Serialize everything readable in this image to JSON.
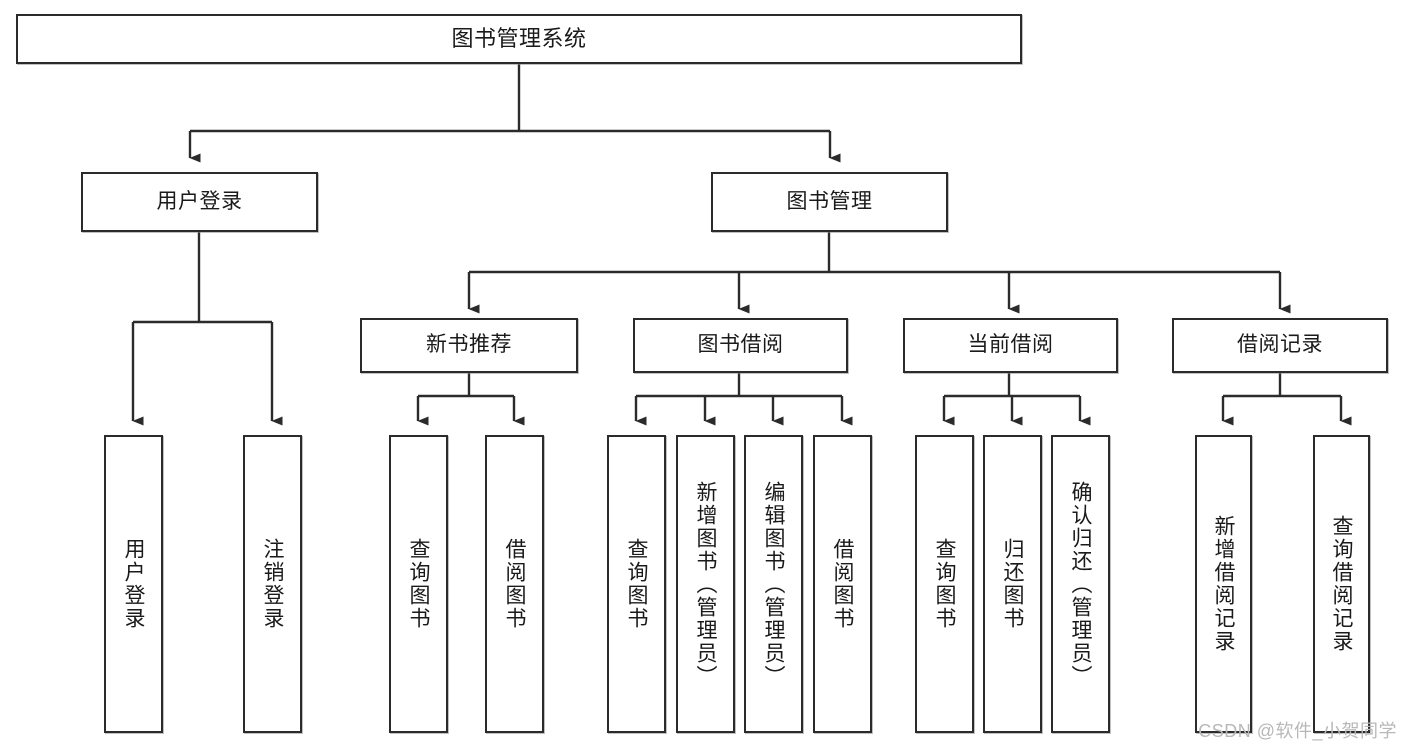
{
  "diagram": {
    "title": "图书管理系统",
    "watermark": "CSDN @软件_小贺同学",
    "line_color": "#2b2b2b",
    "box_fill": "#ffffff",
    "text_color": "#1a1a1a",
    "nodes": {
      "root": {
        "label": "图书管理系统"
      },
      "level2": [
        {
          "id": "user-login",
          "label": "用户登录"
        },
        {
          "id": "book-management",
          "label": "图书管理"
        }
      ],
      "level3": [
        {
          "id": "new-book-recommend",
          "label": "新书推荐"
        },
        {
          "id": "book-borrow",
          "label": "图书借阅"
        },
        {
          "id": "current-borrow",
          "label": "当前借阅"
        },
        {
          "id": "borrow-record",
          "label": "借阅记录"
        }
      ],
      "leaves": {
        "user-login": [
          {
            "id": "leaf-user-login",
            "label": "用户登录"
          },
          {
            "id": "leaf-user-logout",
            "label": "注销登录"
          }
        ],
        "new-book-recommend": [
          {
            "id": "leaf-query-book-1",
            "label": "查询图书"
          },
          {
            "id": "leaf-borrow-book-1",
            "label": "借阅图书"
          }
        ],
        "book-borrow": [
          {
            "id": "leaf-query-book-2",
            "label": "查询图书"
          },
          {
            "id": "leaf-add-book-admin",
            "label": "新增图书（管理员）"
          },
          {
            "id": "leaf-edit-book-admin",
            "label": "编辑图书（管理员）"
          },
          {
            "id": "leaf-borrow-book-2",
            "label": "借阅图书"
          }
        ],
        "current-borrow": [
          {
            "id": "leaf-query-book-3",
            "label": "查询图书"
          },
          {
            "id": "leaf-return-book",
            "label": "归还图书"
          },
          {
            "id": "leaf-confirm-return-admin",
            "label": "确认归还（管理员）"
          }
        ],
        "borrow-record": [
          {
            "id": "leaf-add-borrow-record",
            "label": "新增借阅记录"
          },
          {
            "id": "leaf-query-borrow-record",
            "label": "查询借阅记录"
          }
        ]
      }
    }
  }
}
